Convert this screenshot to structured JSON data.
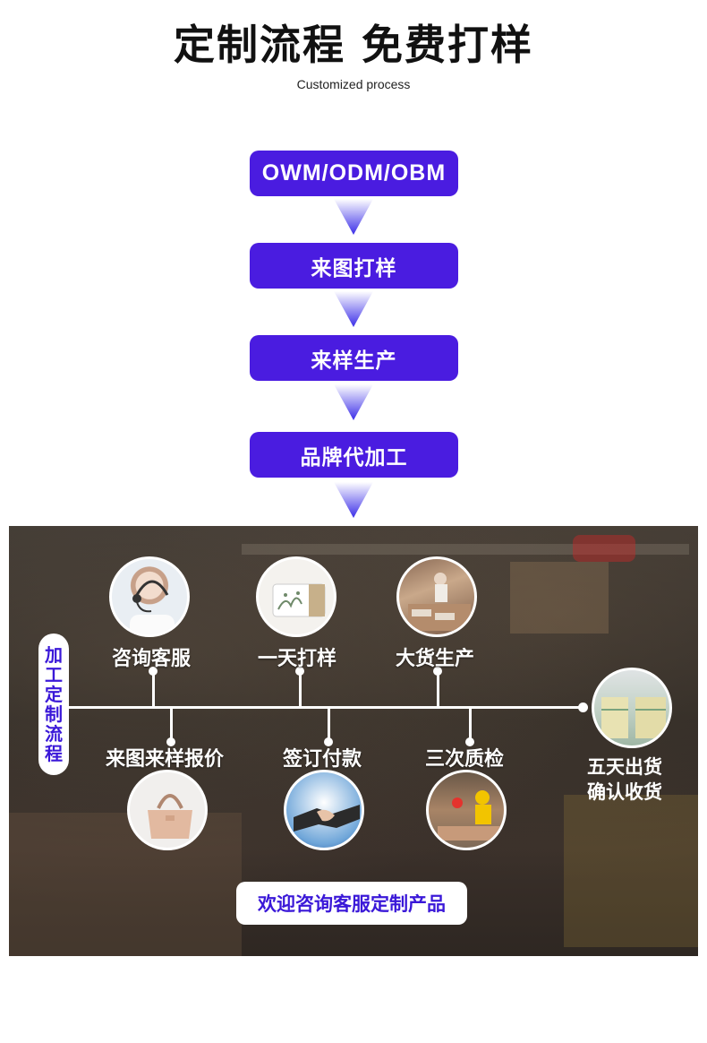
{
  "header": {
    "title": "定制流程 免费打样",
    "subtitle": "Customized process"
  },
  "flow": {
    "steps": [
      "OWM/ODM/OBM",
      "来图打样",
      "来样生产",
      "品牌代加工"
    ]
  },
  "process": {
    "side_label": [
      "加",
      "工",
      "定",
      "制",
      "流",
      "程"
    ],
    "top_items": [
      {
        "label": "咨询客服",
        "icon": "customer-service-photo"
      },
      {
        "label": "一天打样",
        "icon": "wallet-photo"
      },
      {
        "label": "大货生产",
        "icon": "production-photo"
      }
    ],
    "bottom_items": [
      {
        "label": "来图来样报价",
        "icon": "handbag-photo"
      },
      {
        "label": "签订付款",
        "icon": "handshake-photo"
      },
      {
        "label": "三次质检",
        "icon": "quality-check-photo"
      }
    ],
    "final": {
      "line1": "五天出货",
      "line2": "确认收货",
      "icon": "warehouse-photo"
    },
    "cta": "欢迎咨询客服定制产品"
  },
  "colors": {
    "accent": "#4a1ce0",
    "cta_text": "#3a18d8"
  }
}
